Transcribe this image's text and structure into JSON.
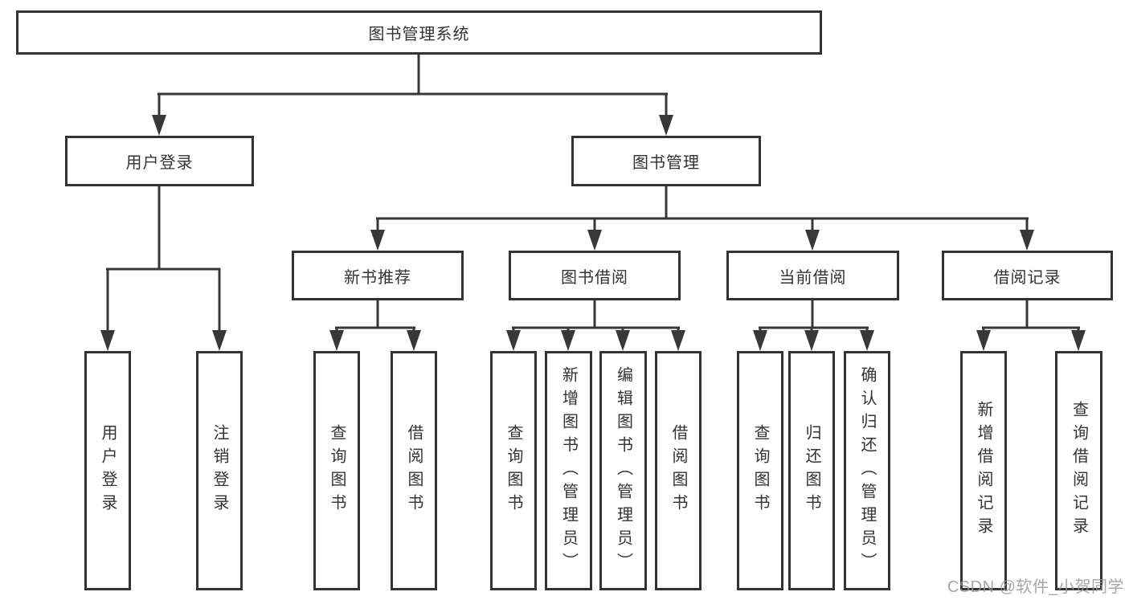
{
  "diagram": {
    "title": "图书管理系统",
    "nodes": {
      "root": "图书管理系统",
      "user_login": "用户登录",
      "book_mgmt": "图书管理",
      "new_books": "新书推荐",
      "book_borrow": "图书借阅",
      "current_borrow": "当前借阅",
      "borrow_records": "借阅记录",
      "leaf_user_login": "用户登录",
      "leaf_logout": "注销登录",
      "leaf_nb_query": "查询图书",
      "leaf_nb_borrow": "借阅图书",
      "leaf_bb_query": "查询图书",
      "leaf_bb_add": "新增图书（管理员）",
      "leaf_bb_edit": "编辑图书（管理员）",
      "leaf_bb_borrow": "借阅图书",
      "leaf_cb_query": "查询图书",
      "leaf_cb_return": "归还图书",
      "leaf_cb_confirm": "确认归还（管理员）",
      "leaf_rec_add": "新增借阅记录",
      "leaf_rec_query": "查询借阅记录"
    },
    "watermark": "CSDN @软件_小贺同学",
    "colors": {
      "line": "#383838",
      "box_border": "#333333",
      "box_fill": "#ffffff",
      "text": "#333333",
      "watermark": "#969696",
      "background": "#ffffff"
    }
  }
}
